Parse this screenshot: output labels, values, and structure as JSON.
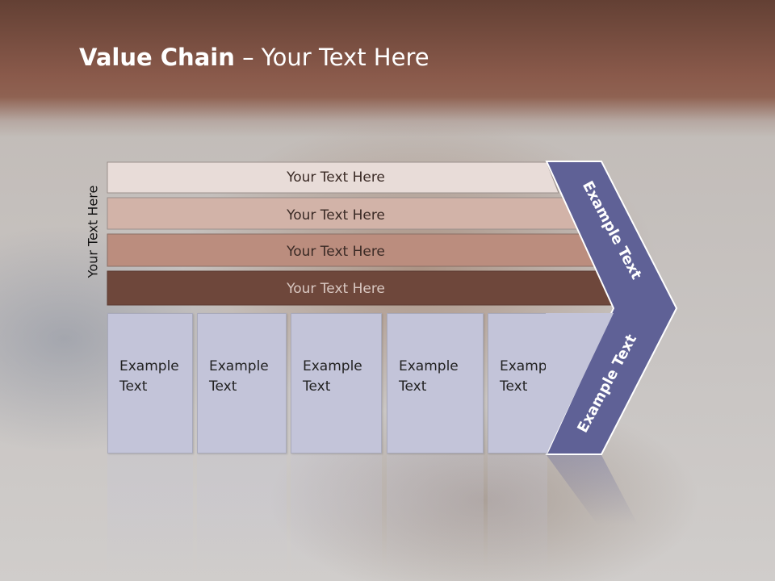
{
  "slide": {
    "title_bold": "Value Chain",
    "title_rest": " – Your Text Here",
    "side_label": "Your Text Here"
  },
  "bands": [
    {
      "label": "Your Text Here",
      "color": "#e8dcd8"
    },
    {
      "label": "Your Text Here",
      "color": "#d2b3a8"
    },
    {
      "label": "Your Text Here",
      "color": "#bb8d7e"
    },
    {
      "label": "Your Text Here",
      "color": "#6e473b"
    }
  ],
  "columns": [
    {
      "line1": "Example",
      "line2": "Text"
    },
    {
      "line1": "Example",
      "line2": "Text"
    },
    {
      "line1": "Example",
      "line2": "Text"
    },
    {
      "line1": "Example",
      "line2": "Text"
    },
    {
      "line1": "Example",
      "line2": "Text"
    }
  ],
  "chevron": {
    "upper_label": "Example Text",
    "lower_label": "Example Text",
    "color": "#5f6196"
  }
}
